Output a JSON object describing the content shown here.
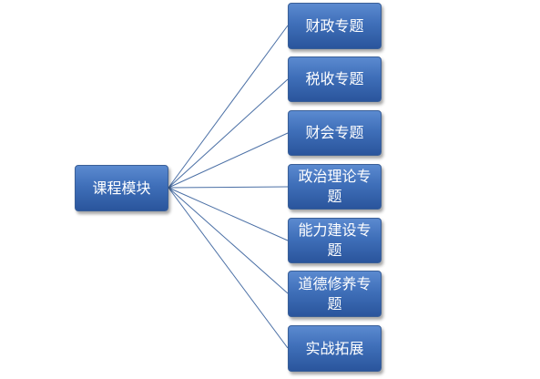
{
  "root": {
    "label": "课程模块"
  },
  "children": [
    {
      "label": "财政专题"
    },
    {
      "label": "税收专题"
    },
    {
      "label": "财会专题"
    },
    {
      "label": "政治理论专题"
    },
    {
      "label": "能力建设专题"
    },
    {
      "label": "道德修养专题"
    },
    {
      "label": "实战拓展"
    }
  ],
  "colors": {
    "node_fill": "#3f6fb9",
    "node_border": "#3a5f97",
    "connector": "#4a6fa5",
    "text": "#ffffff"
  }
}
